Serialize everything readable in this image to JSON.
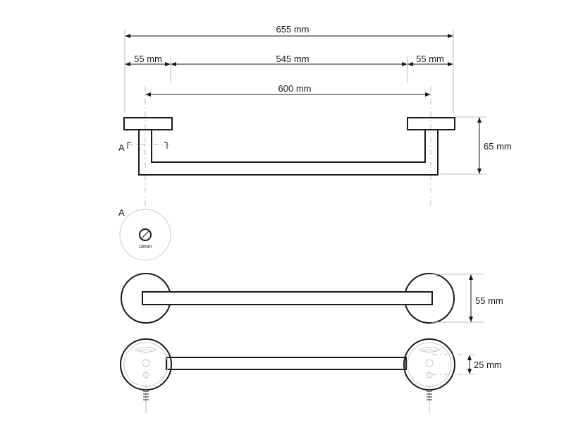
{
  "dimensions": {
    "overall_width": "655 mm",
    "left_base": "55 mm",
    "inner_span": "545 mm",
    "right_base": "55 mm",
    "center_distance": "600 mm",
    "depth": "65 mm",
    "base_diameter": "55 mm",
    "bar_height": "25 mm"
  },
  "section": {
    "marker_label": "A",
    "detail_label": "A",
    "tube_diameter": "18mm"
  },
  "colors": {
    "line": "#1a1a1a",
    "extension": "#bbbbbb"
  }
}
